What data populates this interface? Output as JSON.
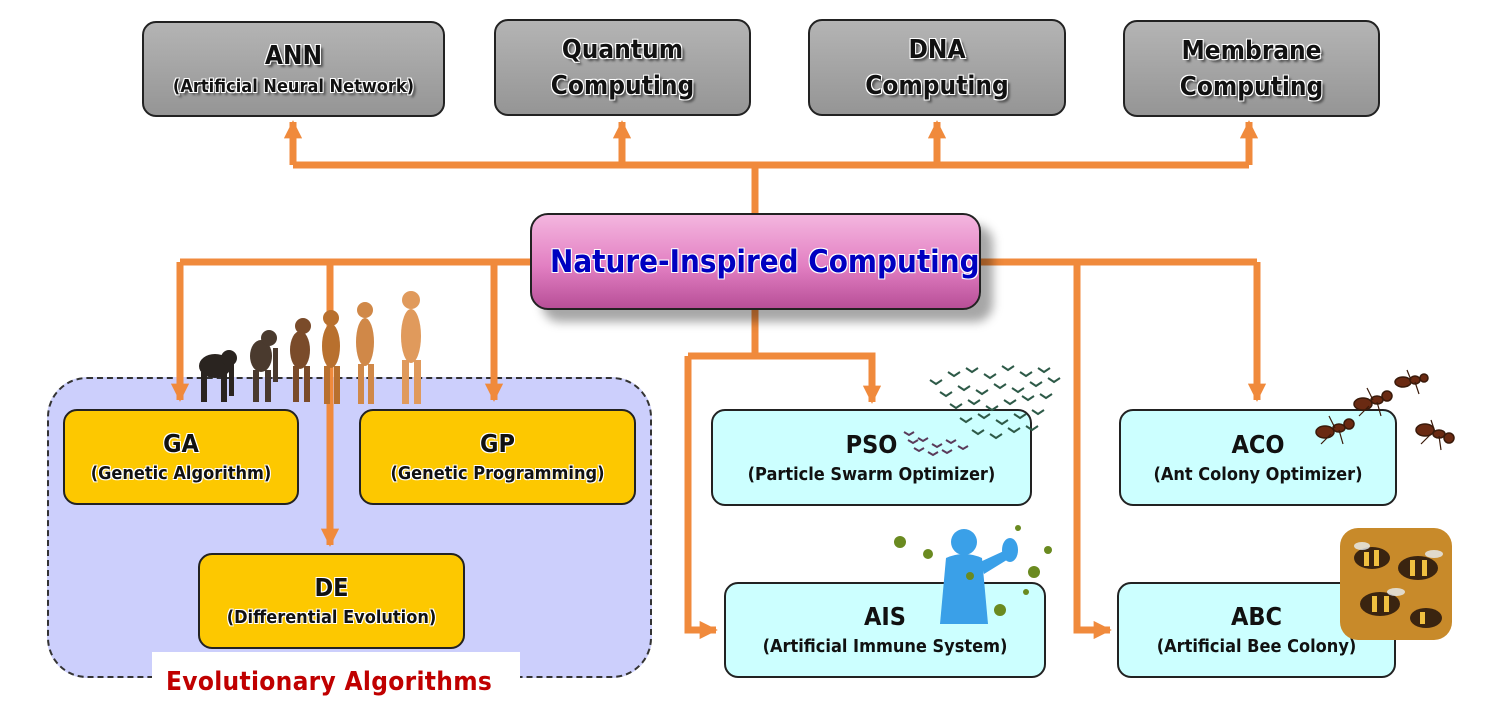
{
  "center": {
    "label": "Nature-Inspired Computing"
  },
  "top_boxes": [
    {
      "title": "ANN",
      "subtitle": "(Artificial Neural Network)"
    },
    {
      "title": "Quantum",
      "subtitle": "Computing"
    },
    {
      "title": "DNA",
      "subtitle": "Computing"
    },
    {
      "title": "Membrane",
      "subtitle": "Computing"
    }
  ],
  "evolutionary": {
    "label": "Evolutionary Algorithms",
    "ga": {
      "title": "GA",
      "subtitle": "(Genetic Algorithm)"
    },
    "gp": {
      "title": "GP",
      "subtitle": "(Genetic Programming)"
    },
    "de": {
      "title": "DE",
      "subtitle": "(Differential Evolution)"
    }
  },
  "swarm": {
    "pso": {
      "title": "PSO",
      "subtitle": "(Particle Swarm Optimizer)"
    },
    "ais": {
      "title": "AIS",
      "subtitle": "(Artificial Immune System)"
    },
    "aco": {
      "title": "ACO",
      "subtitle": "(Ant Colony Optimizer)"
    },
    "abc": {
      "title": "ABC",
      "subtitle": "(Artificial Bee Colony)"
    }
  },
  "colors": {
    "arrow": "#f08a3c",
    "top_box": "#a6a6a6",
    "evolutionary_box": "#fdc800",
    "swarm_box": "#ccffff",
    "region": "#cccffc",
    "center": "#e687c8",
    "center_text": "#0000c0",
    "region_label": "#c00000"
  },
  "illustrations": [
    {
      "name": "human-evolution-icon"
    },
    {
      "name": "bird-flock-icon"
    },
    {
      "name": "immune-figure-icon"
    },
    {
      "name": "ants-icon"
    },
    {
      "name": "bees-icon"
    }
  ]
}
